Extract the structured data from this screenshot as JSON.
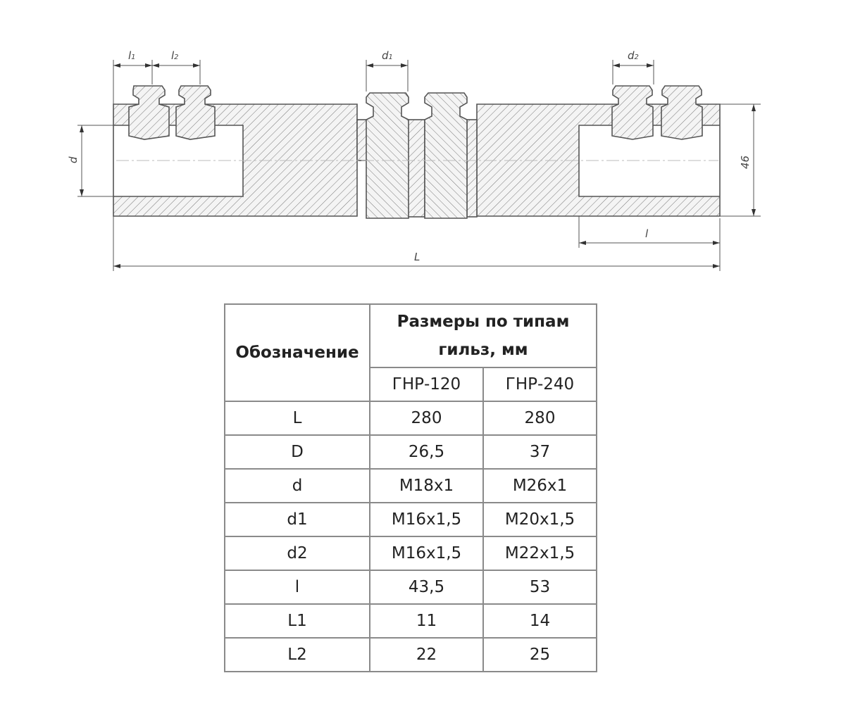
{
  "drawing": {
    "labels": {
      "l1": "l",
      "l1_sub": "1",
      "l2": "l",
      "l2_sub": "2",
      "d1": "d",
      "d1_sub": "1",
      "d2": "d",
      "d2_sub": "2",
      "d": "d",
      "D": "46",
      "l": "l",
      "L": "L"
    }
  },
  "table": {
    "header_designation": "Обозначение",
    "header_group": "Размеры по типам гильз, мм",
    "columns": [
      "ГНР-120",
      "ГНР-240"
    ],
    "rows": [
      {
        "name": "L",
        "v": [
          "280",
          "280"
        ]
      },
      {
        "name": "D",
        "v": [
          "26,5",
          "37"
        ]
      },
      {
        "name": "d",
        "v": [
          "М18х1",
          "М26х1"
        ]
      },
      {
        "name": "d1",
        "v": [
          "М16х1,5",
          "М20х1,5"
        ]
      },
      {
        "name": "d2",
        "v": [
          "М16х1,5",
          "М22х1,5"
        ]
      },
      {
        "name": "l",
        "v": [
          "43,5",
          "53"
        ]
      },
      {
        "name": "L1",
        "v": [
          "11",
          "14"
        ]
      },
      {
        "name": "L2",
        "v": [
          "22",
          "25"
        ]
      }
    ]
  }
}
